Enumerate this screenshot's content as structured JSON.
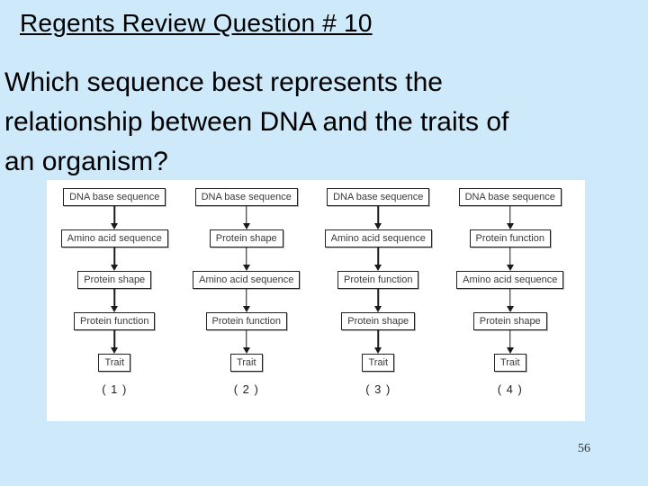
{
  "slide": {
    "title": "Regents Review Question # 10",
    "question_lines": [
      "Which sequence best represents the",
      "relationship between DNA and the traits of",
      "an organism?"
    ],
    "page_number": "56"
  },
  "diagram": {
    "columns": [
      {
        "boxes": [
          "DNA base sequence",
          "Amino acid sequence",
          "Protein shape",
          "Protein function",
          "Trait"
        ],
        "label": "( 1 )"
      },
      {
        "boxes": [
          "DNA base sequence",
          "Protein shape",
          "Amino acid sequence",
          "Protein function",
          "Trait"
        ],
        "label": "( 2 )"
      },
      {
        "boxes": [
          "DNA base sequence",
          "Amino acid sequence",
          "Protein function",
          "Protein shape",
          "Trait"
        ],
        "label": "( 3 )"
      },
      {
        "boxes": [
          "DNA base sequence",
          "Protein function",
          "Amino acid sequence",
          "Protein shape",
          "Trait"
        ],
        "label": "( 4 )"
      }
    ],
    "arrow_icon": "arrow-down"
  },
  "colors": {
    "background": "#cde9fa",
    "panel": "#ffffff",
    "text": "#000000",
    "box_border": "#222222",
    "box_text": "#3a3a3a",
    "arrow": "#1a1a1a"
  }
}
